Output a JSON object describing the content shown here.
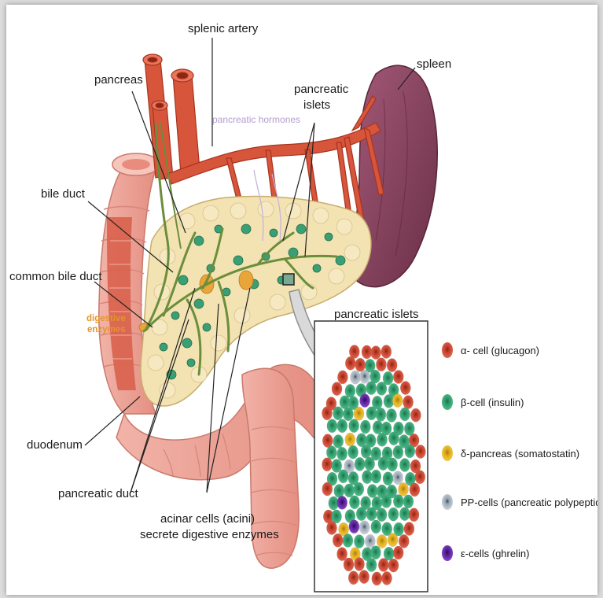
{
  "labels": {
    "splenic_artery": "splenic artery",
    "pancreas": "pancreas",
    "pancreatic_hormones": "pancreatic hormones",
    "pancreatic_islets_top_1": "pancreatic",
    "pancreatic_islets_top_2": "islets",
    "spleen": "spleen",
    "bile_duct": "bile duct",
    "common_bile_duct": "common bile duct",
    "digestive_enzymes_1": "digestive",
    "digestive_enzymes_2": "enzymes",
    "duodenum": "duodenum",
    "pancreatic_duct": "pancreatic duct",
    "acinar_1": "acinar cells (acini)",
    "acinar_2": "secrete digestive enzymes",
    "inset_title": "pancreatic islets"
  },
  "legend": [
    {
      "label": "α- cell (glucagon)",
      "color": "#d9533d",
      "icon": "alpha-cell-icon"
    },
    {
      "label": "β-cell (insulin)",
      "color": "#3fae7c",
      "icon": "beta-cell-icon"
    },
    {
      "label": "δ-pancreas (somatostatin)",
      "color": "#e7b62a",
      "icon": "delta-cell-icon"
    },
    {
      "label": "PP-cells (pancreatic polypeptide)",
      "color": "#b9c3cc",
      "icon": "pp-cell-icon"
    },
    {
      "label": "ε-cells (ghrelin)",
      "color": "#6a2aa3",
      "icon": "epsilon-cell-icon"
    }
  ],
  "colors": {
    "artery": "#d6553b",
    "pancreas": "#f3e3b3",
    "spleen": "#7d3d57",
    "duodenum": "#eda59a",
    "duct": "#6b8e3c",
    "islet_green": "#3fae7c"
  }
}
